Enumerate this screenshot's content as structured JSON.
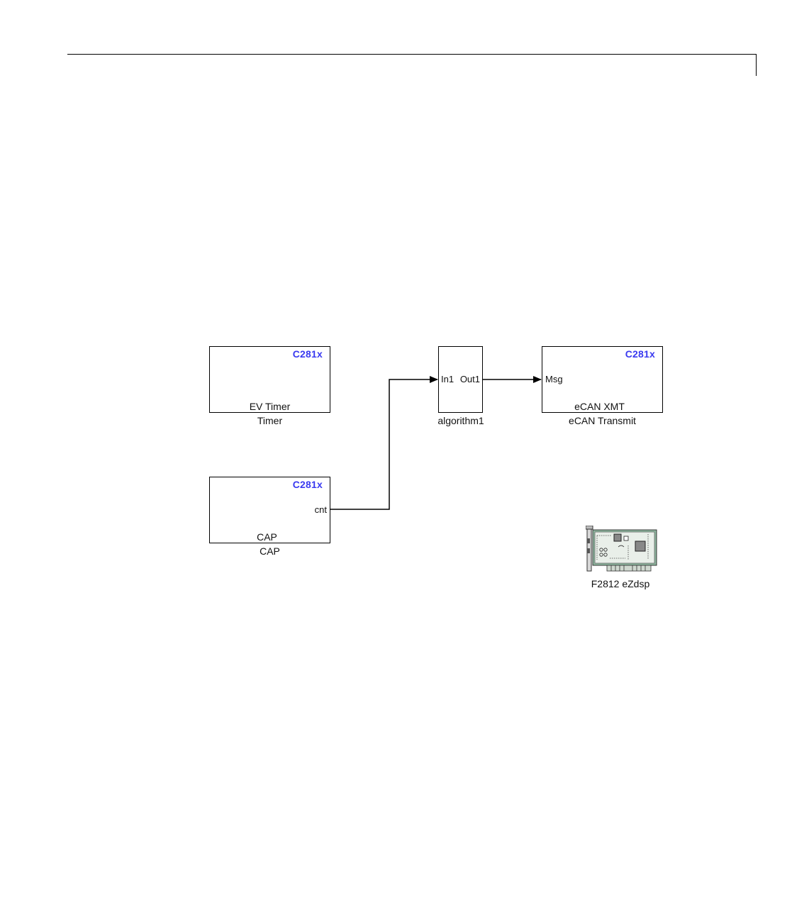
{
  "blocks": {
    "timer": {
      "tag": "C281x",
      "inner_label": "EV Timer",
      "name": "Timer"
    },
    "cap": {
      "tag": "C281x",
      "port_out": "cnt",
      "inner_label": "CAP",
      "name": "CAP"
    },
    "algorithm": {
      "port_in": "In1",
      "port_out": "Out1",
      "name": "algorithm1"
    },
    "ecan": {
      "tag": "C281x",
      "port_in": "Msg",
      "inner_label": "eCAN XMT",
      "name": "eCAN Transmit"
    },
    "board": {
      "name": "F2812 eZdsp",
      "icon": "ezdsp-board-icon"
    }
  },
  "colors": {
    "tag": "#3a3af0",
    "line": "#000000",
    "board_green": "#8fb8a0"
  }
}
